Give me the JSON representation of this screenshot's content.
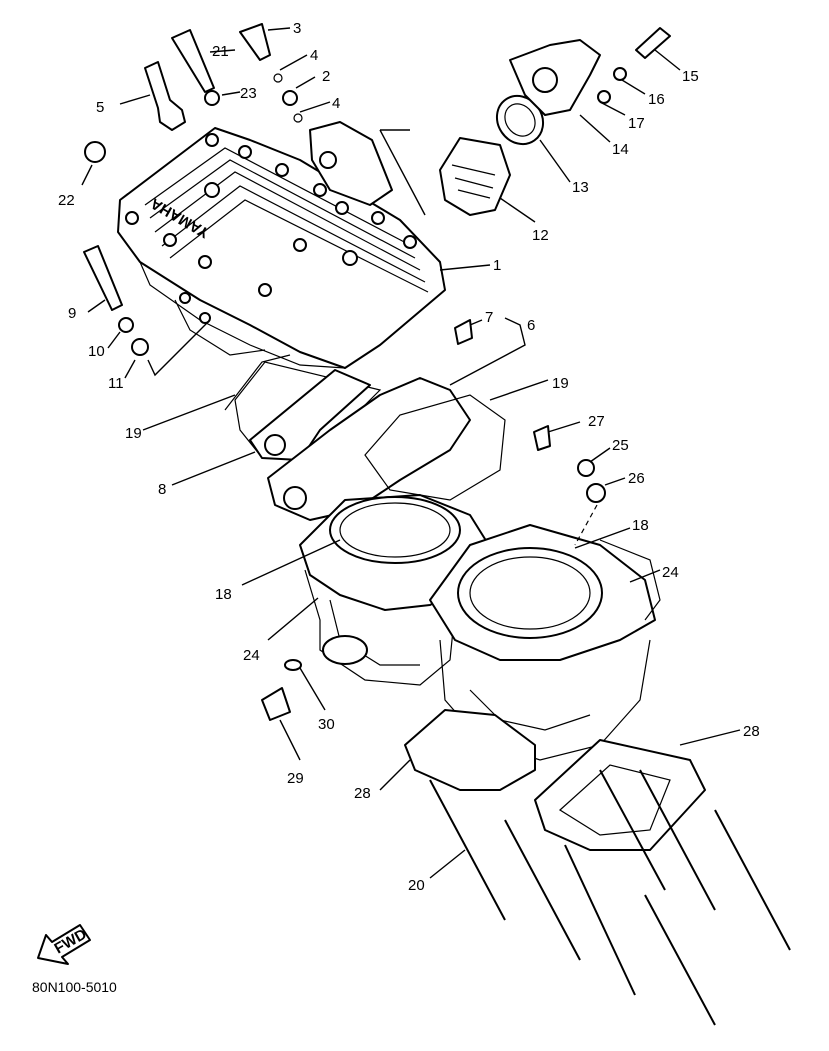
{
  "diagram": {
    "code": "80N100-5010",
    "fwd_label": "FWD",
    "brand": "YAMAHA",
    "labels": {
      "l1": "1",
      "l2": "2",
      "l3": "3",
      "l4a": "4",
      "l4b": "4",
      "l5": "5",
      "l6": "6",
      "l7": "7",
      "l8": "8",
      "l9": "9",
      "l10": "10",
      "l11": "11",
      "l12": "12",
      "l13": "13",
      "l14": "14",
      "l15": "15",
      "l16": "16",
      "l17": "17",
      "l18a": "18",
      "l18b": "18",
      "l19a": "19",
      "l19b": "19",
      "l20": "20",
      "l21": "21",
      "l22": "22",
      "l23": "23",
      "l24a": "24",
      "l24b": "24",
      "l25": "25",
      "l26": "26",
      "l27": "27",
      "l28a": "28",
      "l28b": "28",
      "l29": "29",
      "l30": "30"
    }
  }
}
